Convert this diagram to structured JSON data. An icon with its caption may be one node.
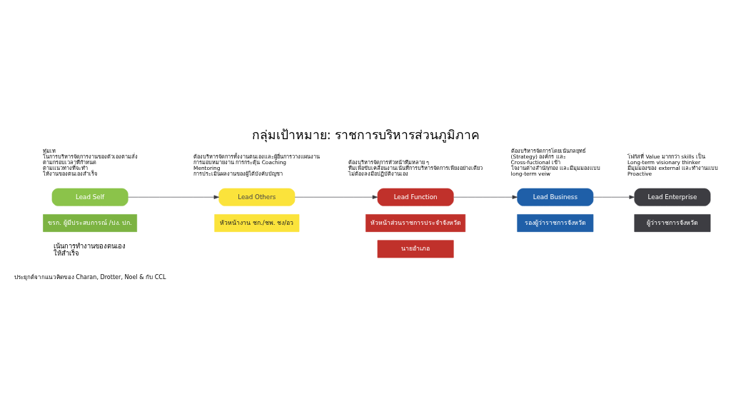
{
  "diagram": {
    "title": "กลุ่มเป้าหมาย: ราชการบริหารส่วนภูมิภาค",
    "caption": "ประยุกต์จากแนวคิดของ Charan, Drotter, Noel & กับ CCL",
    "nodes": [
      {
        "text": [
          "Lead Self"
        ],
        "beside": [
          "ทุ่มเท ในการบริหารจัดการงานของตัวเองตามสั่ง ตามกรอบเวลาที่กำหนด ตามแนวทางที่จะทำ ให้งานของตนเองสำเร็จ"
        ]
      },
      {
        "text": [
          "ขรก. ผู้มีประสบการณ์ /ปง. ปก."
        ]
      },
      {
        "text": [
          "Lead Others"
        ],
        "beside": [
          "ต้องบริหารจัดการทั้งงานตนเองและผู้อื่นการวางแผนงาน การมอบหมายงาน การกระตุ้น Coaching Mentoring การประเมินผลงานของผู้ใต้บังคับบัญชา"
        ]
      },
      {
        "text": [
          "หัวหน้างาน ชก./ชพ. ชง/อว"
        ]
      },
      {
        "text": [
          "Lead Function"
        ],
        "beside": [
          "ต้องบริหารจัดการหัวหน้าทีมหลาย ๆ ทีมเพื่อขับเคลื่อนงานเน้นที่การบริหารจัดการเพียงอย่างเดียว ไม่ต้องลงมือปฏิบัติงานเอง"
        ]
      },
      {
        "text": [
          "หัวหน้าส่วนราชการประจำจังหวัด"
        ]
      },
      {
        "text": [
          "นายอำเภอ"
        ]
      },
      {
        "text": [
          "Lead Business"
        ],
        "beside": [
          "ต้องบริหารจัดการโดยเน้นกลยุทธ์ (Strategy) องค์กร และ Cross-fuctional เข้า ใจงานต่างสำนัก/กอง และมีมุมมองแบบ long-term veiw"
        ]
      },
      {
        "text": [
          "รองผู้ว่าราชการจังหวัด"
        ]
      },
      {
        "text": [
          "Lead Enterprise"
        ],
        "beside": [
          "โฟกัสที่ Value มากกว่า skills เป็น Long-term visionary thinker มีมุมมองของ external และทำงานแบบ Proactive"
        ]
      },
      {
        "text": [
          "ผู้ว่าราชการจังหวัด"
        ]
      }
    ],
    "edges": [
      {
        "from": 0,
        "to": 2,
        "arrow": "to"
      },
      {
        "from": 2,
        "to": 4,
        "arrow": "to"
      },
      {
        "from": 4,
        "to": 7,
        "arrow": "to"
      },
      {
        "from": 7,
        "to": 9,
        "arrow": "to"
      }
    ],
    "labels": [
      "เน้นการทำงานของตนเอง ให้สำเร็จ"
    ]
  }
}
